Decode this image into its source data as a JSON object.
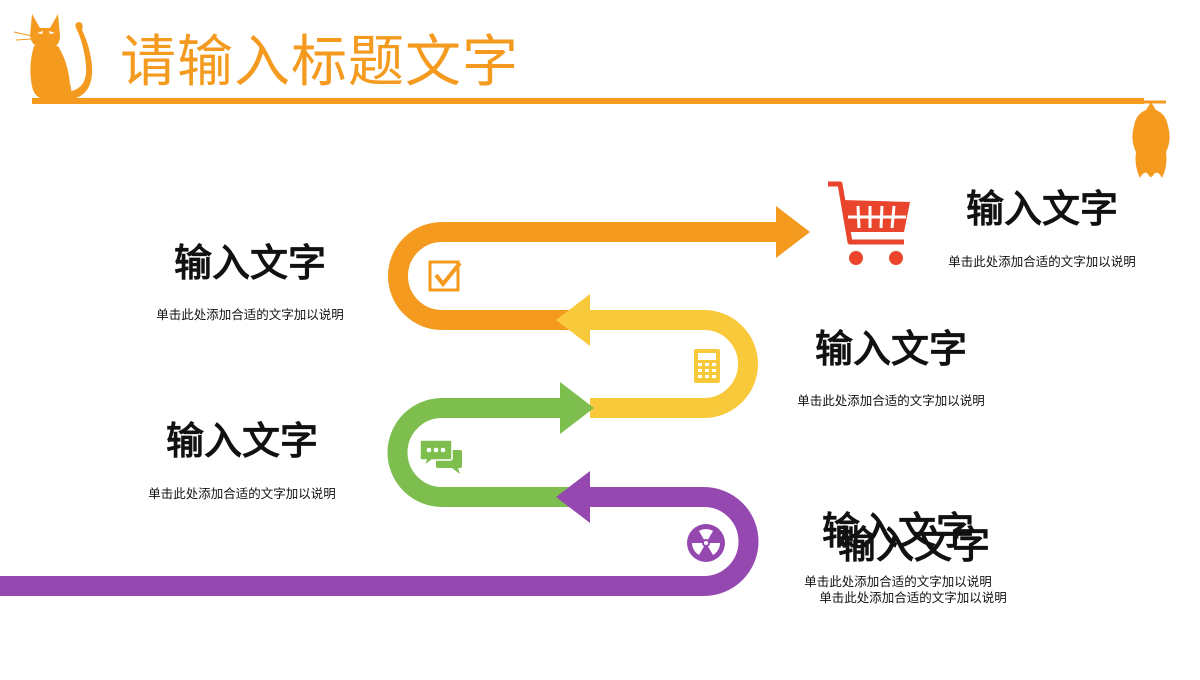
{
  "title": "请输入标题文字",
  "colors": {
    "accent": "#f39a1f",
    "orange": "#f39a1f",
    "yellow": "#f9c93c",
    "green": "#7dbe4e",
    "purple": "#9549b0",
    "red": "#e8452c"
  },
  "steps": [
    {
      "heading": "输入文字",
      "description": "单击此处添加合适的文字加以说明",
      "icon": "shopping-cart-icon"
    },
    {
      "heading": "输入文字",
      "description": "单击此处添加合适的文字加以说明",
      "icon": "checkbox-icon"
    },
    {
      "heading": "输入文字",
      "description": "单击此处添加合适的文字加以说明",
      "icon": "calculator-icon"
    },
    {
      "heading": "输入文字",
      "description": "单击此处添加合适的文字加以说明",
      "icon": "chat-bubbles-icon"
    },
    {
      "heading": "输入文字",
      "description": "单击此处添加合适的文字加以说明",
      "icon": "radiation-icon"
    },
    {
      "heading": "输入文字",
      "description": "单击此处添加合适的文字加以说明"
    }
  ],
  "decorations": [
    "cat-icon",
    "bat-icon"
  ]
}
